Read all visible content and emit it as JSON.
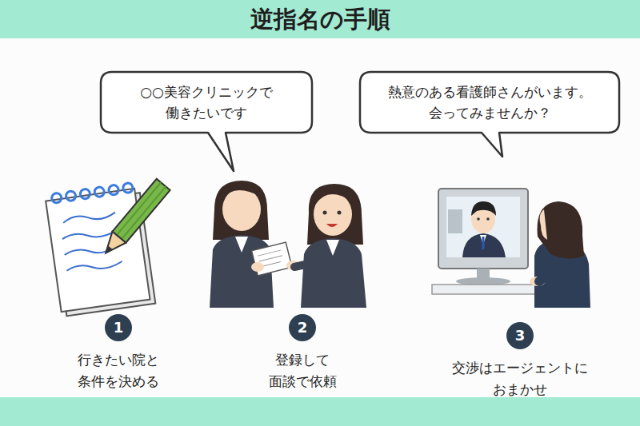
{
  "diagram": {
    "title": "逆指名の手順",
    "nodes": [
      {
        "text": [
          "○○美容クリニックで 働きたいです"
        ]
      },
      {
        "text": [
          "熱意のある看護師さんがいます。 会ってみませんか？"
        ]
      },
      {
        "text": [
          "1",
          "行きたい院と 条件を決める"
        ]
      },
      {
        "text": [
          "2",
          "登録して 面談で依頼"
        ]
      },
      {
        "text": [
          "3",
          "交渉はエージェントに おまかせ"
        ]
      }
    ]
  }
}
